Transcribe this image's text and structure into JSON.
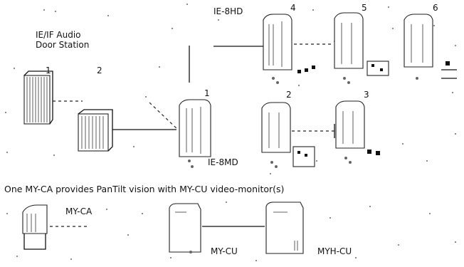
{
  "labels": {
    "door_station": "IE/IF Audio\nDoor Station",
    "ie_8hd": "IE-8HD",
    "ie_8md": "IE-8MD",
    "caption": "One MY-CA provides PanTilt vision with MY-CU video-monitor(s)",
    "my_ca": "MY-CA",
    "my_cu": "MY-CU",
    "myh_cu": "MYH-CU"
  },
  "numbers": {
    "ds1": "1",
    "ds2": "2",
    "hd4": "4",
    "hd5": "5",
    "hd6": "6",
    "md1": "1",
    "md2": "2",
    "md3": "3"
  }
}
